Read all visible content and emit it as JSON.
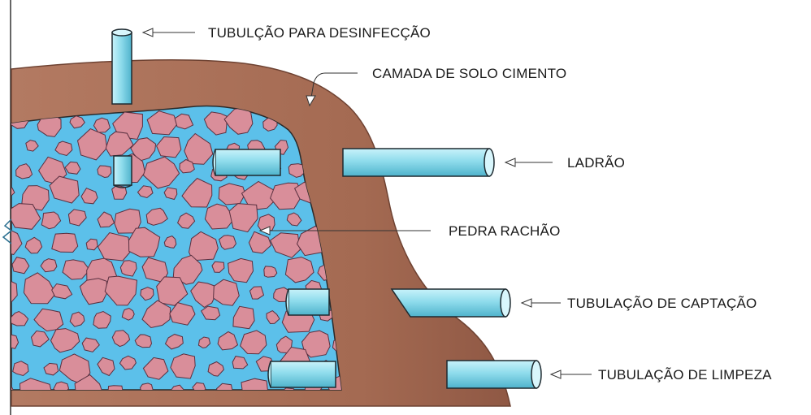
{
  "labels": {
    "disinfection_pipe": "TUBULÇÃO PARA DESINFECÇÃO",
    "soil_cement_layer": "CAMADA DE SOLO CIMENTO",
    "overflow": "LADRÃO",
    "crushed_stone": "PEDRA RACHÃO",
    "intake_pipe": "TUBULAÇÃO DE CAPTAÇÃO",
    "cleaning_pipe": "TUBULAÇÃO DE LIMPEZA"
  },
  "colors": {
    "soil_cement": "#a9705a",
    "soil_cement_dark": "#8c5440",
    "stone": "#d98e9a",
    "stone_edge": "#5a3040",
    "water": "#5cc0ea",
    "pipe": "#8fdcec",
    "pipe_edge": "#1e2a30"
  }
}
